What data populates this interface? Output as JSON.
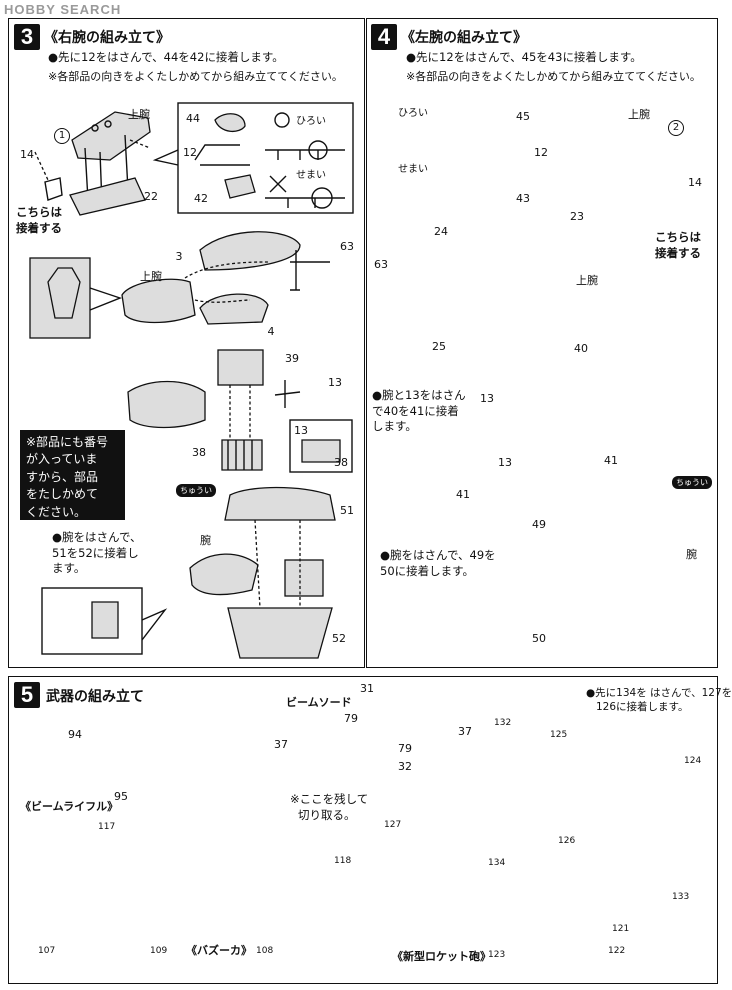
{
  "watermark": "HOBBY SEARCH",
  "step3": {
    "number": "3",
    "title": "《右腕の組み立て》",
    "line1_a": "先に",
    "line1_p1": "12",
    "line1_b": "をはさんで、",
    "line1_p2": "44",
    "line1_c": "を",
    "line1_p3": "42",
    "line1_d": "に接着します。",
    "line2": "※各部品の向きをよくたしかめてから組み立ててください。",
    "upper_arm": "上腕",
    "upper_arm_2": "上腕",
    "wide": "ひろい",
    "narrow": "せまい",
    "glue_here": [
      "こちらは",
      "接着する"
    ],
    "note_box": [
      "※部品にも番号",
      "が入っていま",
      "すから、部品",
      "をたしかめて",
      "ください。"
    ],
    "arm_text": [
      "腕をはさんで、",
      "51を52に接着し",
      "ます。"
    ],
    "parts": [
      "1",
      "14",
      "22",
      "44",
      "12",
      "42",
      "3",
      "63",
      "4",
      "39",
      "13",
      "38",
      "13",
      "38",
      "51",
      "52"
    ],
    "caution": "ちゅうい",
    "arm": "腕"
  },
  "step4": {
    "number": "4",
    "title": "《左腕の組み立て》",
    "line1_a": "先に",
    "line1_p1": "12",
    "line1_b": "をはさんで、",
    "line1_p2": "45",
    "line1_c": "を",
    "line1_p3": "43",
    "line1_d": "に接着します。",
    "line2": "※各部品の向きをよくたしかめてから組み立ててください。",
    "upper_arm": "上腕",
    "upper_arm_2": "上腕",
    "wide": "ひろい",
    "narrow": "せまい",
    "glue_here": [
      "こちらは",
      "接着する"
    ],
    "arm_text1": [
      "腕と13をはさん",
      "で40を41に接着",
      "します。"
    ],
    "arm_text2": [
      "腕をはさんで、49を",
      "50に接着します。"
    ],
    "parts": [
      "45",
      "2",
      "12",
      "43",
      "14",
      "23",
      "24",
      "63",
      "25",
      "40",
      "13",
      "41",
      "13",
      "41",
      "49",
      "50"
    ],
    "caution": "ちゅうい",
    "arm": "腕"
  },
  "step5": {
    "number": "5",
    "title": "武器の組み立て",
    "beam_saber": "ビームソード",
    "beam_rifle": "《ビームライフル》",
    "bazooka": "《バズーカ》",
    "rocket": "《新型ロケット砲》",
    "cut_note": [
      "※ここを残して",
      "切り取る。"
    ],
    "rocket_text": [
      "先に134を はさんで、127を",
      "126に接着します。"
    ],
    "parts": [
      "94",
      "95",
      "31",
      "79",
      "37",
      "37",
      "79",
      "32",
      "117",
      "118",
      "107",
      "109",
      "108",
      "132",
      "125",
      "124",
      "127",
      "126",
      "134",
      "133",
      "121",
      "122",
      "123"
    ]
  }
}
